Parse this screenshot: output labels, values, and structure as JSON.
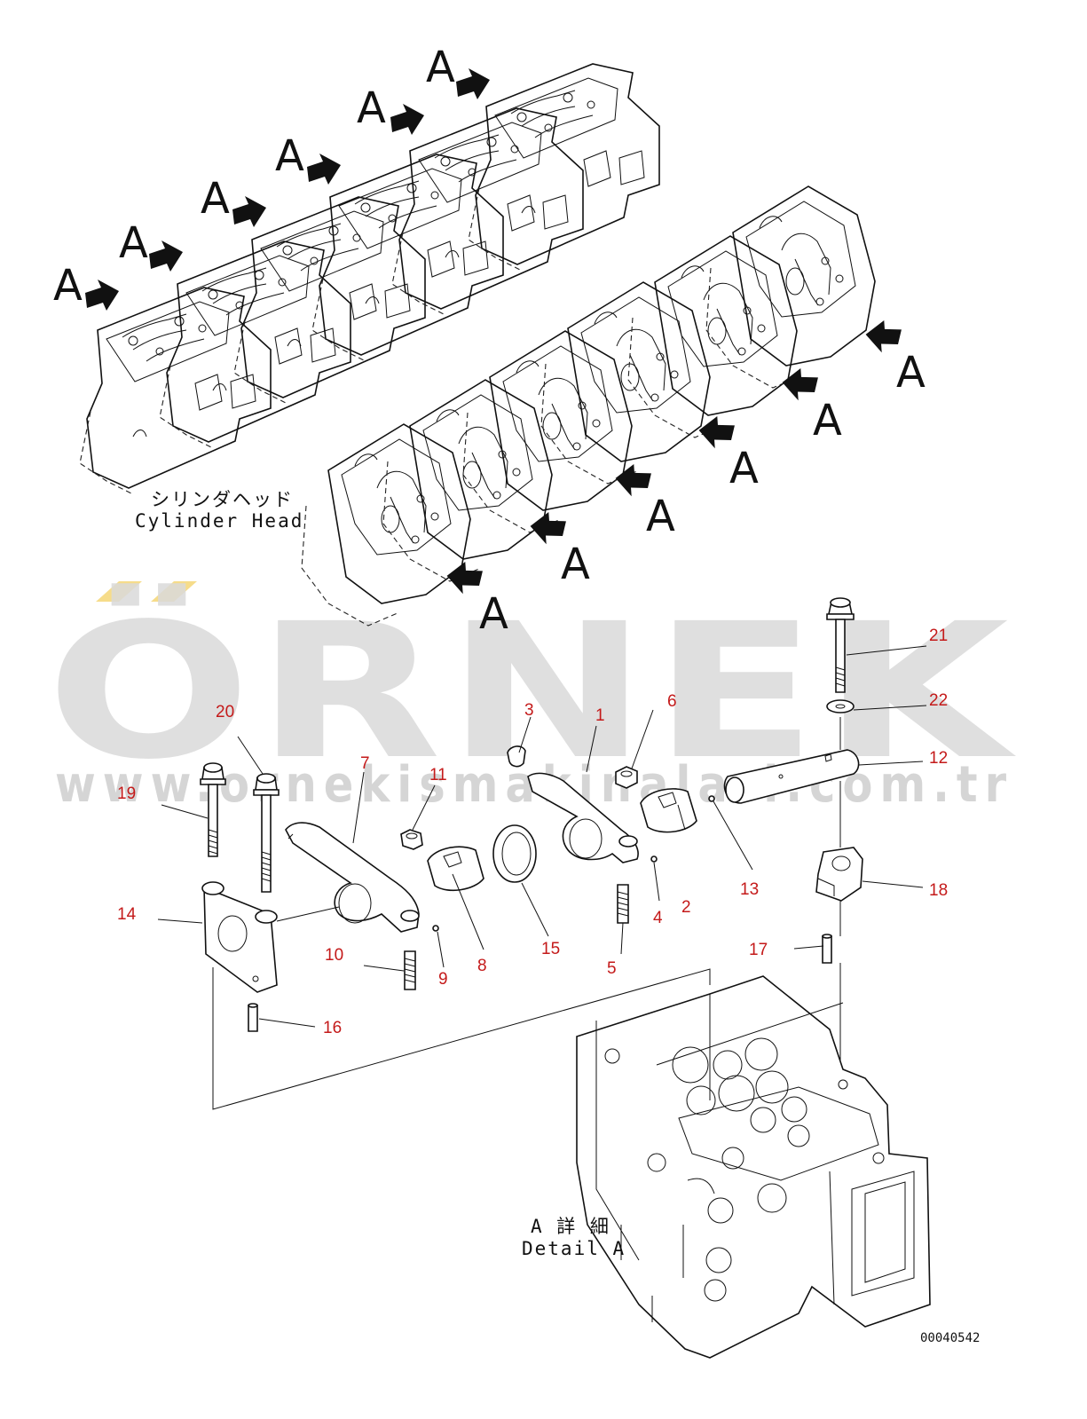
{
  "view_marker": "A",
  "cylinder_head_label": {
    "jp": "シリンダヘッド",
    "en": "Cylinder Head"
  },
  "detail_label": {
    "jp": "A 詳 細",
    "en": "Detail A"
  },
  "watermark": {
    "brand": "ÖRNEK",
    "url": "www.ornekismakinalari.com.tr",
    "accent_color": "#f6dc8a",
    "gray_color": "#d9d9d9"
  },
  "callout_color": "#c41a1a",
  "drawing_number": "00040542",
  "callouts": [
    "1",
    "2",
    "3",
    "4",
    "5",
    "6",
    "7",
    "8",
    "9",
    "10",
    "11",
    "12",
    "13",
    "14",
    "15",
    "16",
    "17",
    "18",
    "19",
    "20",
    "21",
    "22"
  ]
}
